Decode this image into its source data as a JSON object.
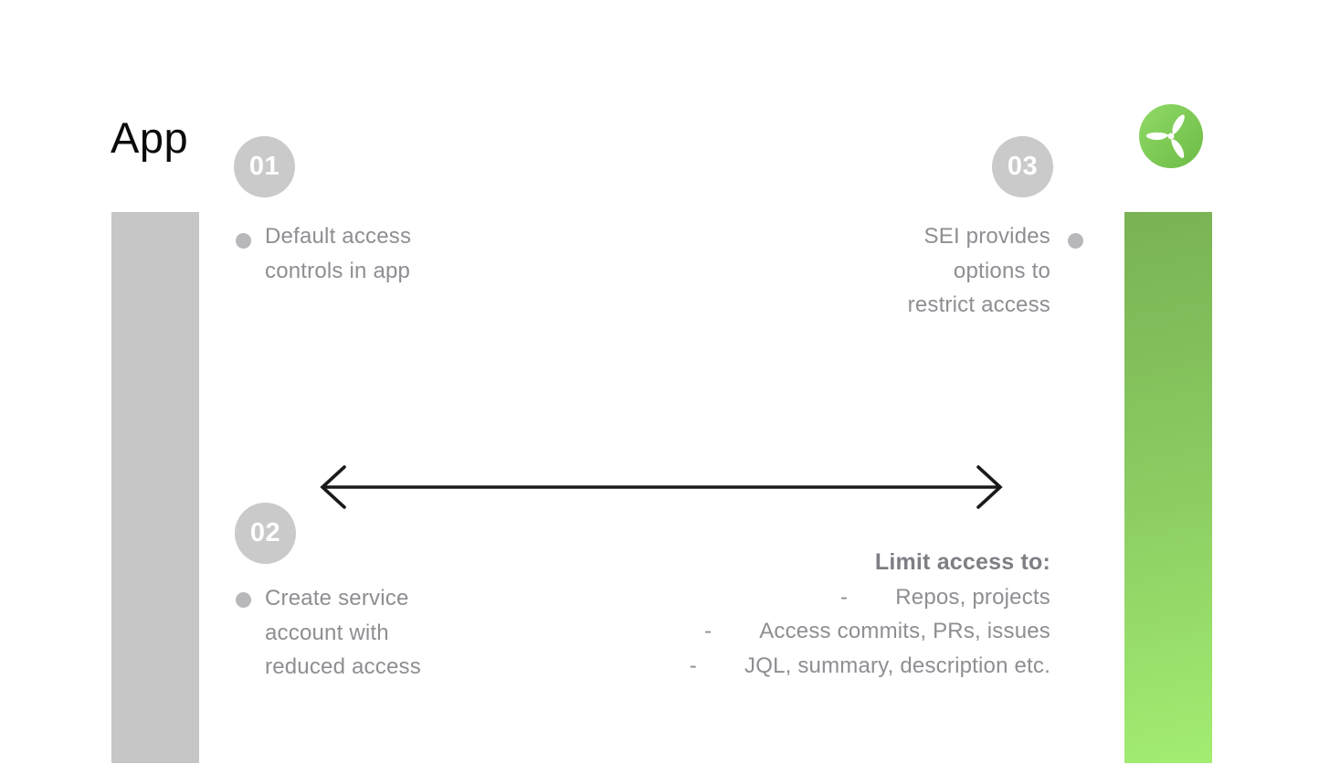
{
  "title": "App",
  "logo": {
    "name": "propeller-logo"
  },
  "steps": {
    "s1": {
      "number": "01",
      "lines": [
        "Default access",
        "controls in app"
      ]
    },
    "s2": {
      "number": "02",
      "lines": [
        "Create service",
        "account with",
        "reduced access"
      ]
    },
    "s3": {
      "number": "03",
      "lines": [
        "SEI provides",
        "options to",
        "restrict access"
      ]
    }
  },
  "limit": {
    "title": "Limit access to:",
    "dash": "-",
    "items": [
      "Repos, projects",
      "Access commits, PRs, issues",
      "JQL, summary, description etc."
    ]
  },
  "colors": {
    "green_bar_top": "#79B253",
    "green_bar_bottom": "#A3ED72",
    "logo_green_light": "#91DA67",
    "logo_green_dark": "#6CBB45",
    "gray_bar": "#C6C6C6",
    "circle_gray": "#CACACA",
    "bullet_gray": "#B8B8BC",
    "text_gray": "#8E8E93",
    "text_bold_gray": "#7E7E84",
    "arrow_black": "#1A1A1A",
    "title_black": "#0B0B0B"
  }
}
